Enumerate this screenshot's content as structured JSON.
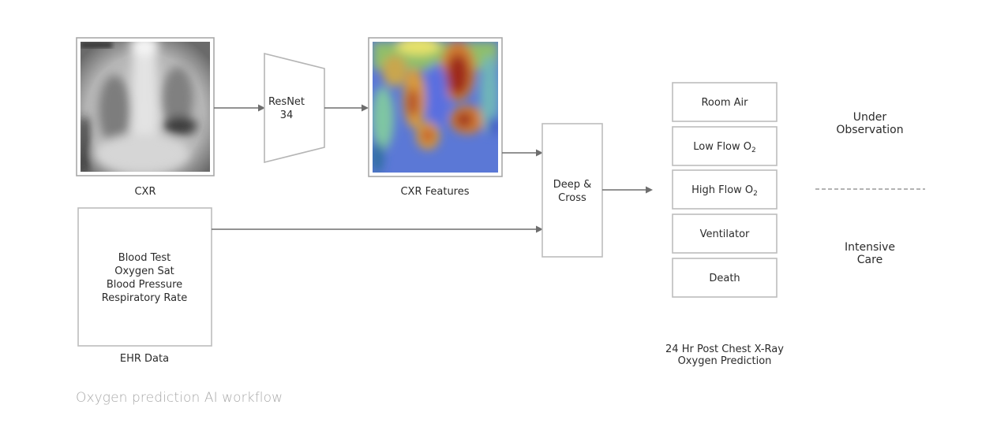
{
  "nodes": {
    "cxr": {
      "label": "CXR",
      "image": "chest-xray-image"
    },
    "resnet": {
      "line1": "ResNet",
      "line2": "34"
    },
    "cxr_features": {
      "label": "CXR Features",
      "image": "heatmap-feature-image"
    },
    "deep_cross": {
      "line1": "Deep &",
      "line2": "Cross"
    },
    "ehr": {
      "items": [
        "Blood Test",
        "Oxygen Sat",
        "Blood Pressure",
        "Respiratory Rate"
      ],
      "label": "EHR Data"
    }
  },
  "outputs": {
    "classes": [
      {
        "label": "Room Air",
        "sub": ""
      },
      {
        "label": "Low Flow O",
        "sub": "2"
      },
      {
        "label": "High Flow O",
        "sub": "2"
      },
      {
        "label": "Ventilator",
        "sub": ""
      },
      {
        "label": "Death",
        "sub": ""
      }
    ],
    "caption_line1": "24 Hr Post Chest X-Ray",
    "caption_line2": "Oxygen Prediction"
  },
  "groups": {
    "top": {
      "line1": "Under",
      "line2": "Observation"
    },
    "bottom": {
      "line1": "Intensive",
      "line2": "Care"
    }
  },
  "caption": "Oxygen prediction AI workflow"
}
